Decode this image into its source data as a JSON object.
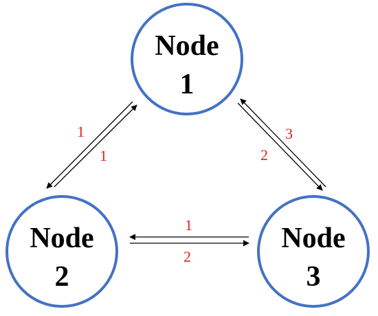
{
  "diagram": {
    "node_color": "#4472c4",
    "label_color": "#e02020",
    "nodes": [
      {
        "id": "n1",
        "line1": "Node",
        "line2": "1"
      },
      {
        "id": "n2",
        "line1": "Node",
        "line2": "2"
      },
      {
        "id": "n3",
        "line1": "Node",
        "line2": "3"
      }
    ],
    "edges": [
      {
        "id": "e12",
        "from": "n1",
        "to": "n2",
        "label": "1"
      },
      {
        "id": "e21",
        "from": "n2",
        "to": "n1",
        "label": "1"
      },
      {
        "id": "e31",
        "from": "n3",
        "to": "n1",
        "label": "3"
      },
      {
        "id": "e13",
        "from": "n1",
        "to": "n3",
        "label": "2"
      },
      {
        "id": "e32",
        "from": "n3",
        "to": "n2",
        "label": "1"
      },
      {
        "id": "e23",
        "from": "n2",
        "to": "n3",
        "label": "2"
      }
    ]
  }
}
